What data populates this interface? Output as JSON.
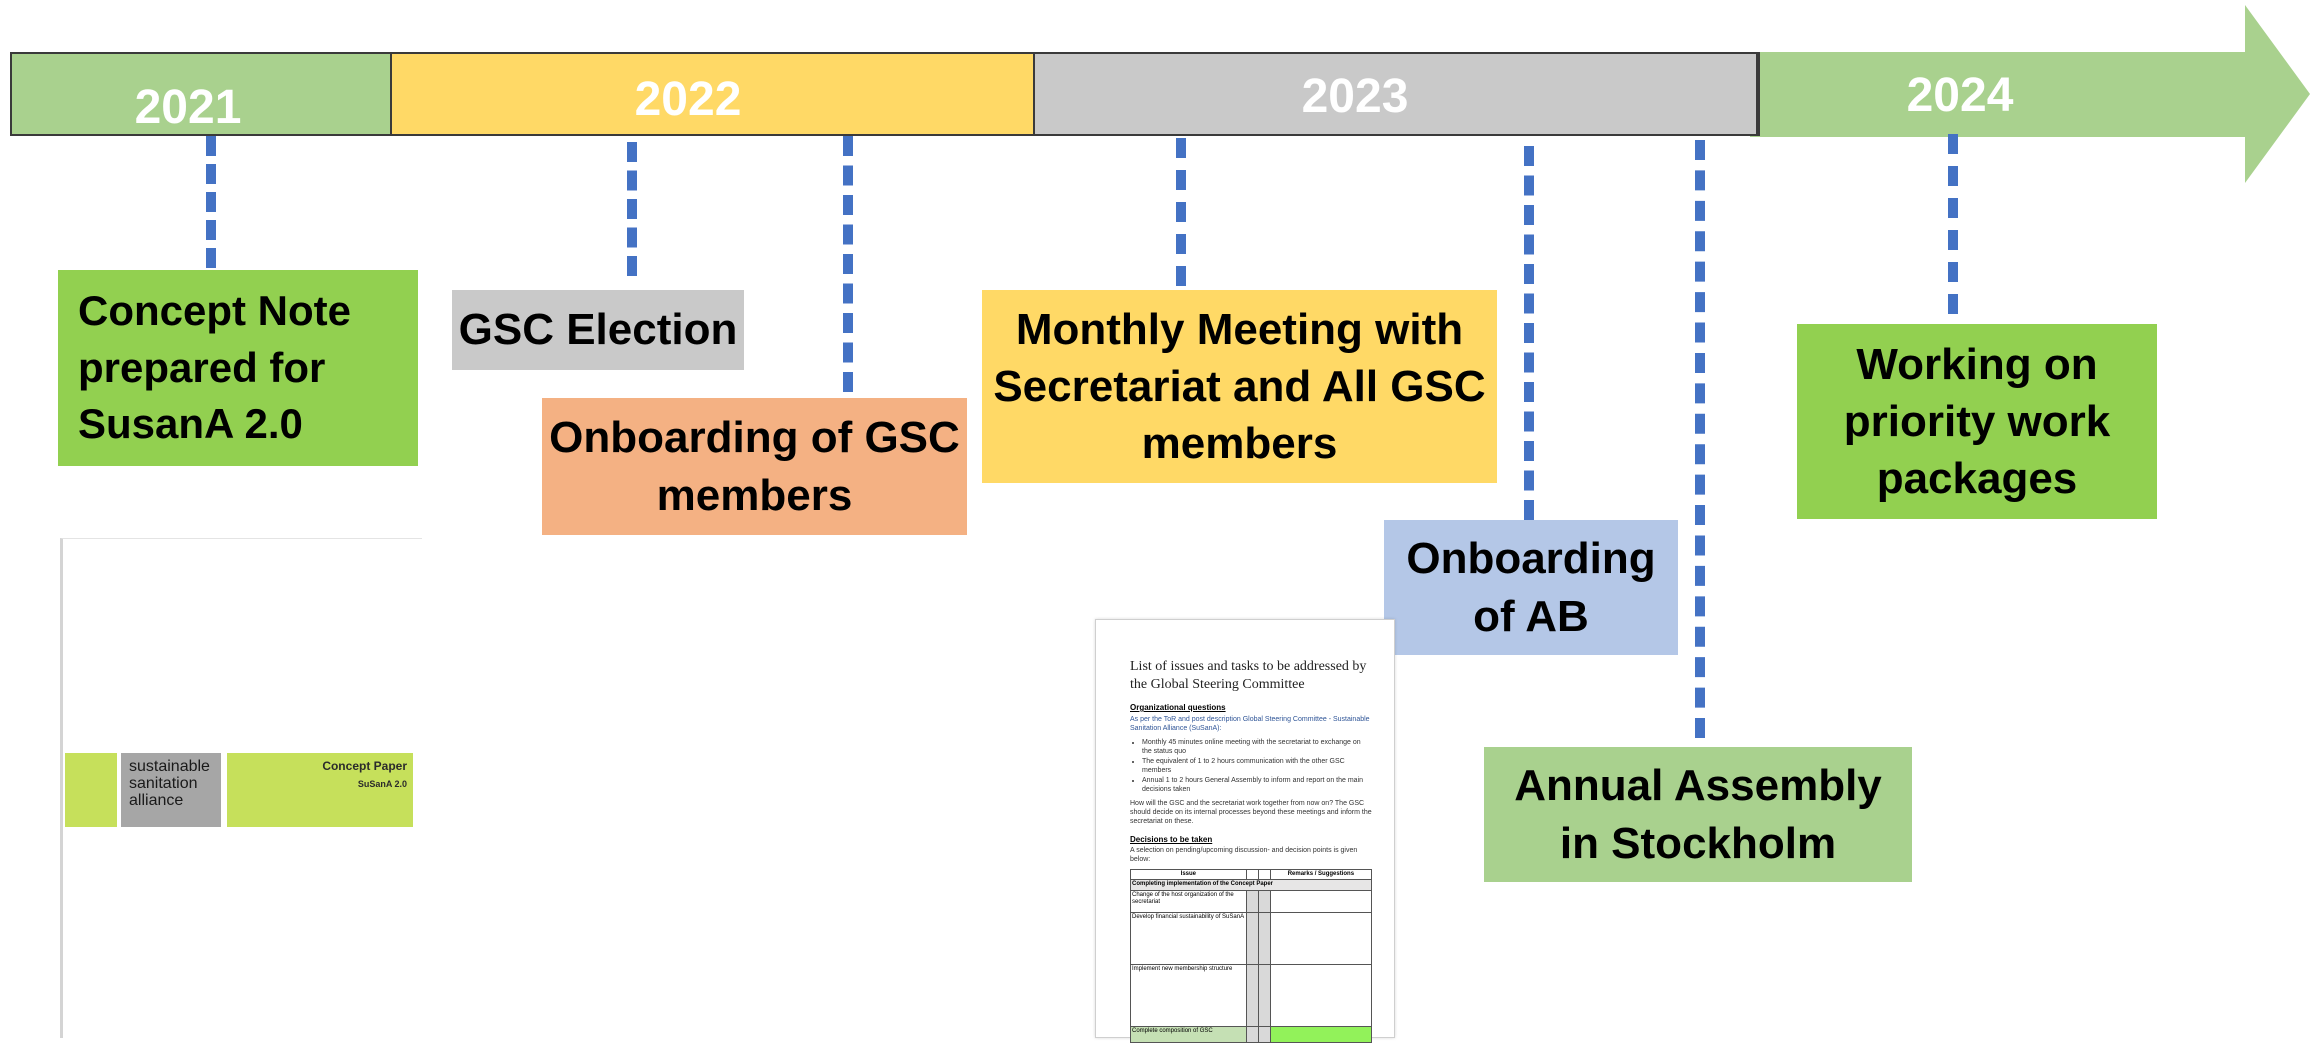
{
  "timeline": {
    "years": [
      "2021",
      "2022",
      "2023",
      "2024"
    ],
    "colors": {
      "green": "#a9d18e",
      "yellow": "#ffd966",
      "gray": "#c9c9c9",
      "dash": "#4472c4"
    }
  },
  "events": {
    "concept_note": "Concept Note\nprepared for\nSusanA 2.0",
    "gsc_election": "GSC Election",
    "onboarding_gsc": "Onboarding of GSC\nmembers",
    "monthly_meeting": "Monthly Meeting with\nSecretariat and All GSC\nmembers",
    "onboarding_ab": "Onboarding\nof AB",
    "annual_assembly": "Annual Assembly\nin Stockholm",
    "priority_work": "Working on\npriority work\npackages"
  },
  "concept_paper": {
    "logo_lines": [
      "sustainable",
      "sanitation",
      "alliance"
    ],
    "title": "Concept Paper",
    "subtitle": "SuSanA 2.0"
  },
  "gsc_doc": {
    "title": "List of issues and tasks to be addressed by the Global Steering Committee",
    "section1": "Organizational questions",
    "intro": "As per the ToR and post description Global Steering Committee - Sustainable Sanitation Alliance (SuSanA):",
    "bullets": [
      "Monthly 45 minutes online meeting with the secretariat to exchange on the status quo",
      "The equivalent of 1 to 2 hours communication with the other GSC members",
      "Annual 1 to 2 hours General Assembly to inform and report on the main decisions taken"
    ],
    "question": "How will the GSC and the secretariat work together from now on? The GSC should decide on its internal processes beyond these meetings and inform the secretariat on these.",
    "section2": "Decisions to be taken",
    "selection": "A selection on pending/upcoming discussion- and decision points is given below:",
    "table_headers": [
      "Issue",
      "Remarks / Suggestions"
    ],
    "table_group": "Completing implementation of the Concept Paper",
    "rows": [
      "Change of the host organization of the secretariat",
      "Develop financial sustainability of SuSanA",
      "Implement new membership structure",
      "Complete composition of GSC"
    ]
  }
}
